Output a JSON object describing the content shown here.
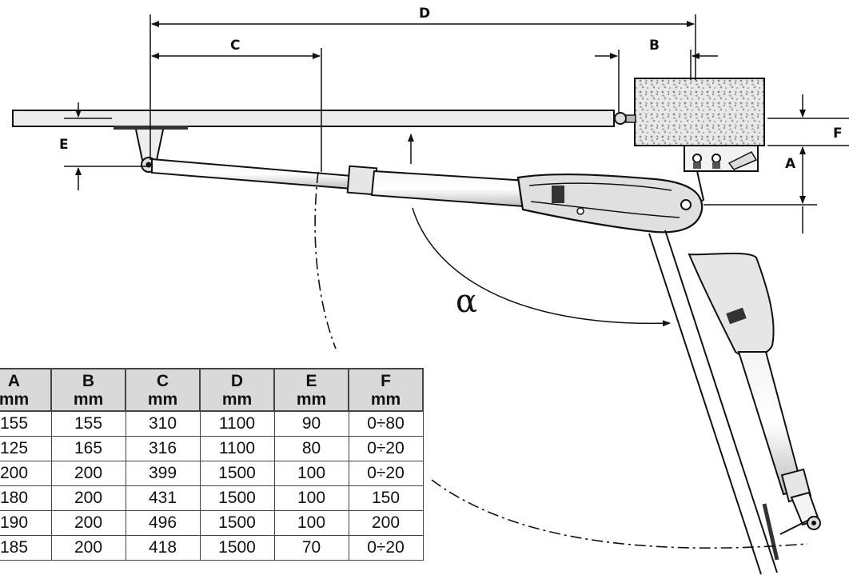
{
  "labels": {
    "a": "A",
    "b": "B",
    "c": "C",
    "d": "D",
    "e": "E",
    "f": "F",
    "alpha": "α"
  },
  "table": {
    "columns": [
      {
        "letter": "A",
        "unit": "mm"
      },
      {
        "letter": "B",
        "unit": "mm"
      },
      {
        "letter": "C",
        "unit": "mm"
      },
      {
        "letter": "D",
        "unit": "mm"
      },
      {
        "letter": "E",
        "unit": "mm"
      },
      {
        "letter": "F",
        "unit": "mm"
      }
    ],
    "rows": [
      [
        "155",
        "155",
        "310",
        "1100",
        "90",
        "0÷80"
      ],
      [
        "125",
        "165",
        "316",
        "1100",
        "80",
        "0÷20"
      ],
      [
        "200",
        "200",
        "399",
        "1500",
        "100",
        "0÷20"
      ],
      [
        "180",
        "200",
        "431",
        "1500",
        "100",
        "150"
      ],
      [
        "190",
        "200",
        "496",
        "1500",
        "100",
        "200"
      ],
      [
        "185",
        "200",
        "418",
        "1500",
        "70",
        "0÷20"
      ]
    ]
  }
}
